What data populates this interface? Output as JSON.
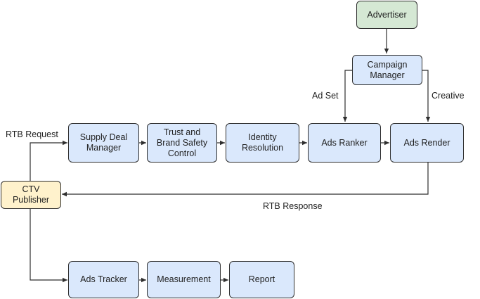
{
  "nodes": {
    "advertiser": "Advertiser",
    "campaign_manager": "Campaign\nManager",
    "supply_deal_manager": "Supply  Deal\nManager",
    "trust_brand_safety": "Trust and\nBrand Safety\nControl",
    "identity_resolution": "Identity\nResolution",
    "ads_ranker": "Ads Ranker",
    "ads_render": "Ads Render",
    "ctv_publisher": "CTV\nPublisher",
    "ads_tracker": "Ads Tracker",
    "measurement": "Measurement",
    "report": "Report"
  },
  "edge_labels": {
    "ad_set": "Ad Set",
    "creative": "Creative",
    "rtb_request": "RTB Request",
    "rtb_response": "RTB Response"
  },
  "colors": {
    "process_fill": "#dae8fc",
    "advertiser_fill": "#d5e8d4",
    "publisher_fill": "#fff2cc",
    "stroke": "#2e2e2e"
  }
}
